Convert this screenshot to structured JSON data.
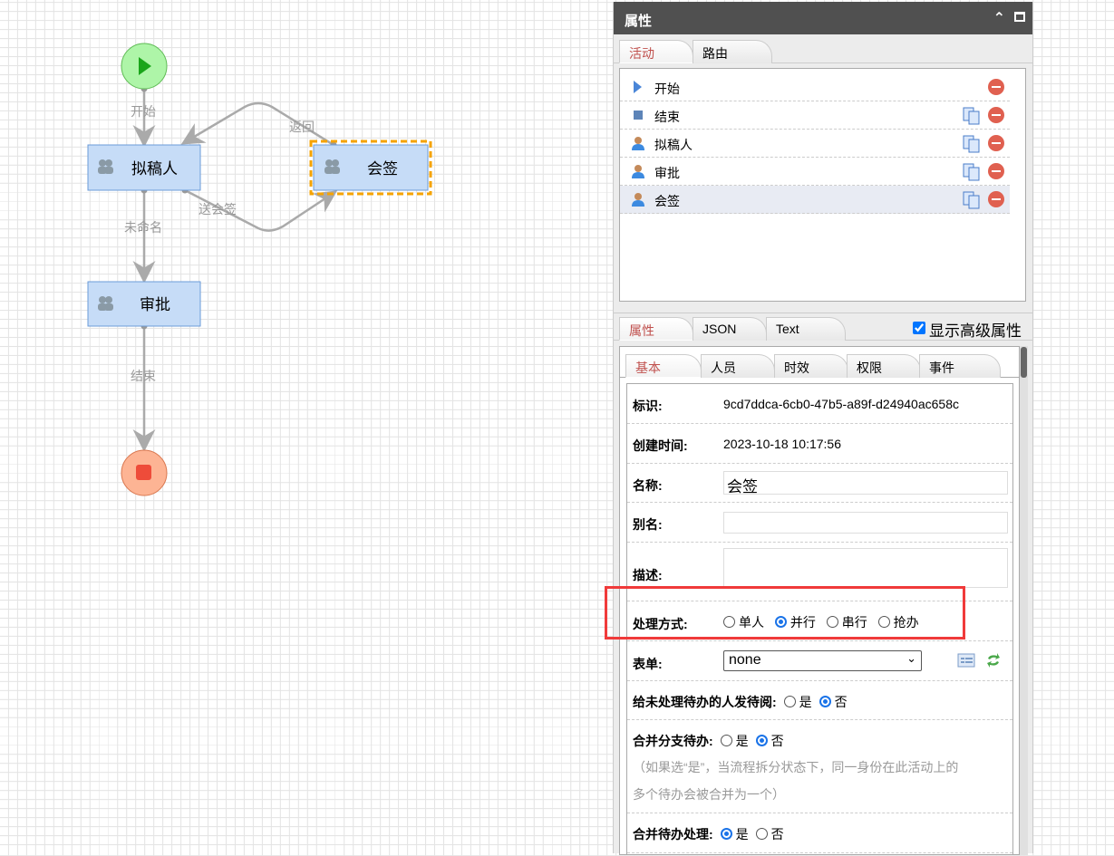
{
  "diagram": {
    "nodes": {
      "draft": "拟稿人",
      "countersign": "会签",
      "approve": "审批"
    },
    "edges": {
      "start": "开始",
      "back": "返回",
      "send": "送会签",
      "unnamed": "未命名",
      "end": "结束"
    }
  },
  "panel": {
    "title": "属性",
    "top_tabs": [
      "活动",
      "路由"
    ],
    "activities": [
      "开始",
      "结束",
      "拟稿人",
      "审批",
      "会签"
    ],
    "bottom_tabs": [
      "属性",
      "JSON",
      "Text"
    ],
    "show_advanced": "显示高级属性",
    "sub_tabs": [
      "基本",
      "人员",
      "时效",
      "权限",
      "事件"
    ],
    "form": {
      "id_label": "标识:",
      "id_value": "9cd7ddca-6cb0-47b5-a89f-d24940ac658c",
      "created_label": "创建时间:",
      "created_value": "2023-10-18 10:17:56",
      "name_label": "名称:",
      "name_value": "会签",
      "alias_label": "别名:",
      "alias_value": "",
      "desc_label": "描述:",
      "mode_label": "处理方式:",
      "mode_options": [
        "单人",
        "并行",
        "串行",
        "抢办"
      ],
      "mode_selected": "并行",
      "form_label": "表单:",
      "form_value": "none",
      "notify_label": "给未处理待办的人发待阅:",
      "yes": "是",
      "no": "否",
      "merge_branch_label": "合并分支待办:",
      "merge_hint_1": "（如果选“是”，当流程拆分状态下，同一身份在此活动上的",
      "merge_hint_2": "多个待办会被合并为一个）",
      "merge_process_label": "合并待办处理:"
    }
  }
}
